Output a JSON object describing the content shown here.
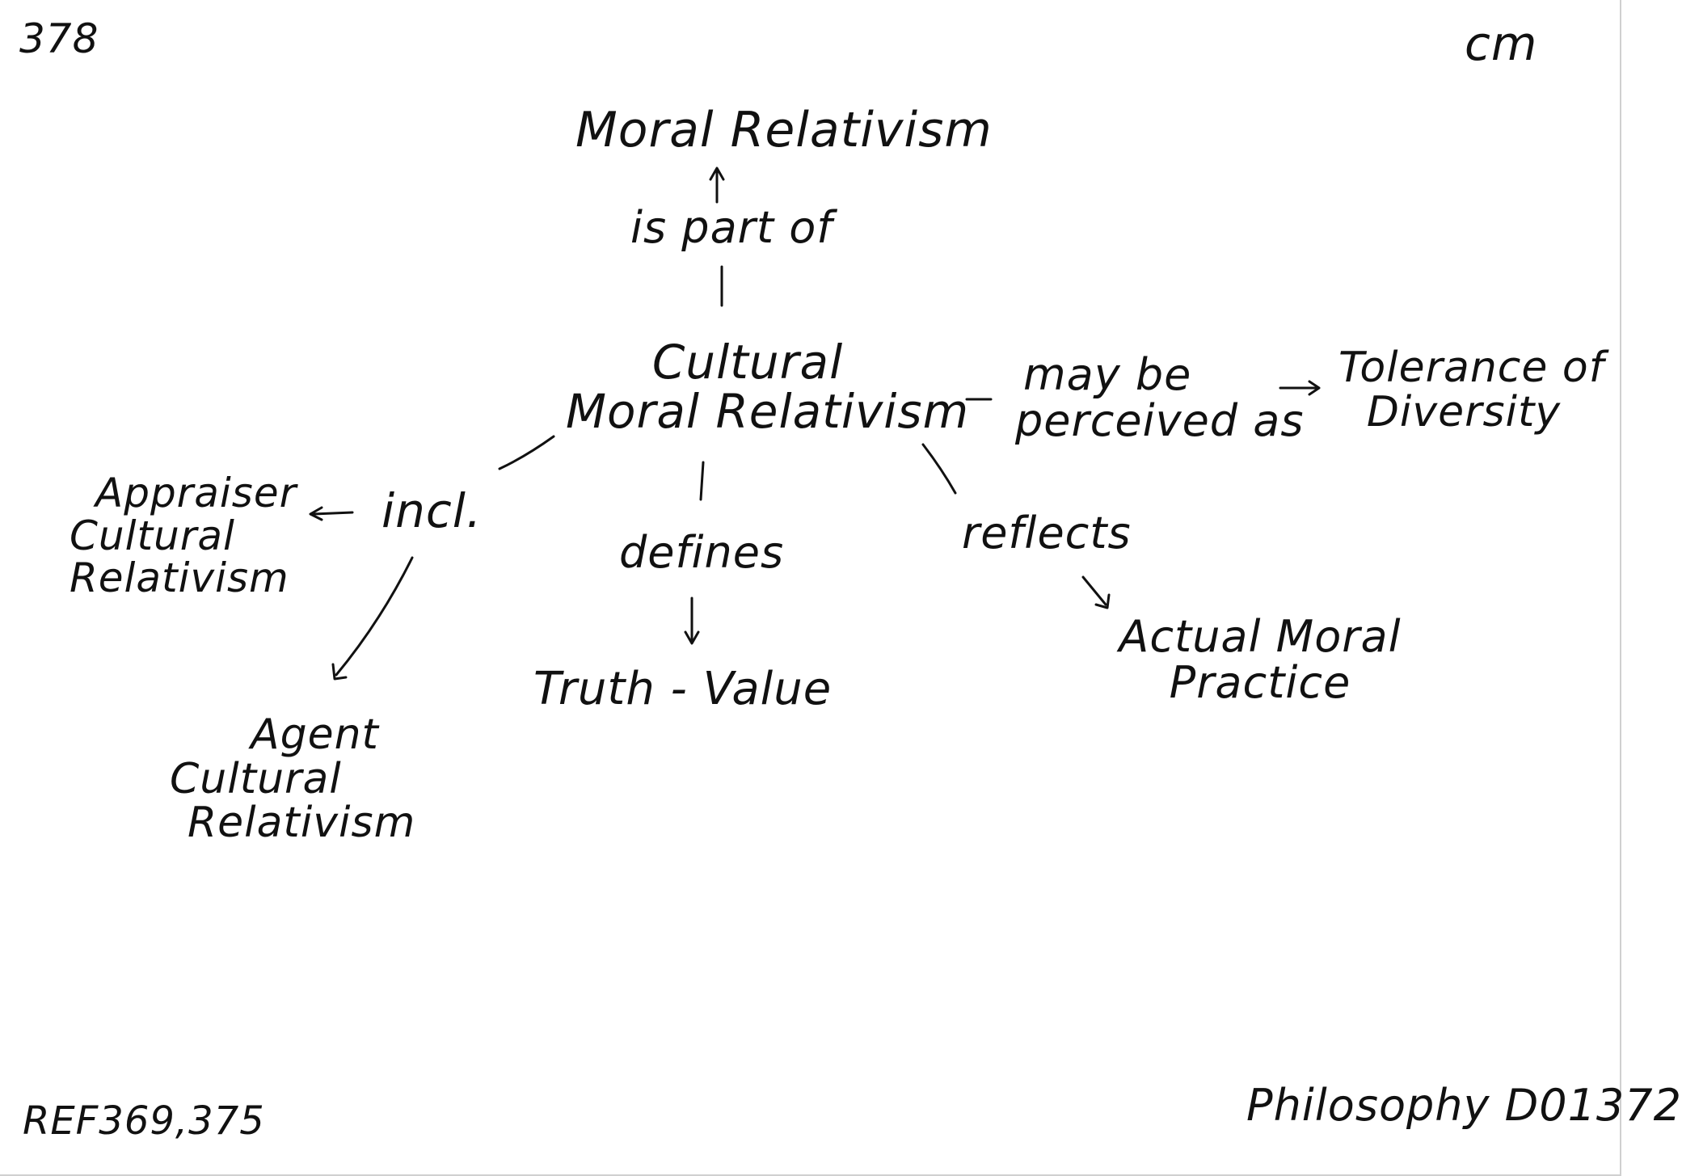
{
  "corners": {
    "page_number": "378",
    "initials": "cm",
    "reference": "REF369,375",
    "subject_code": "Philosophy D01372"
  },
  "nodes": {
    "moral_relativism": "Moral Relativism",
    "cultural_moral_relativism_line1": "Cultural",
    "cultural_moral_relativism_line2": "Moral Relativism",
    "tolerance_line1": "Tolerance of",
    "tolerance_line2": "Diversity",
    "appraiser_line1": "Appraiser",
    "appraiser_line2": "Cultural",
    "appraiser_line3": "Relativism",
    "agent_line1": "Agent",
    "agent_line2": "Cultural",
    "agent_line3": "Relativism",
    "truth_value": "Truth - Value",
    "actual_line1": "Actual Moral",
    "actual_line2": "Practice"
  },
  "edges": {
    "is_part_of": "is part of",
    "may_be_line1": "may be",
    "may_be_line2": "perceived as",
    "incl": "incl.",
    "defines": "defines",
    "reflects": "reflects"
  }
}
